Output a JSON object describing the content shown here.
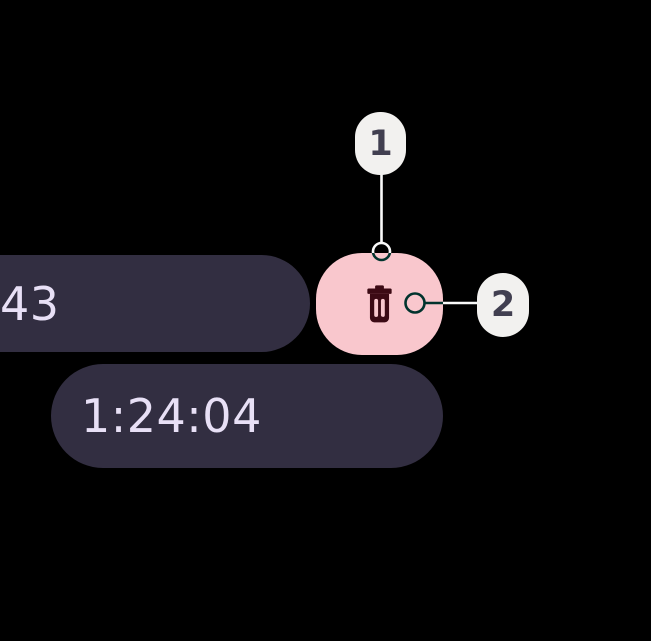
{
  "colors": {
    "background": "#000000",
    "pill_background": "#322e41",
    "pill_text": "#e8e0f6",
    "delete_button_background": "#f9c7cd",
    "delete_icon": "#3c0a14",
    "badge_background": "#f2f1ef",
    "badge_text": "#413f50",
    "connector_line": "#fafafa"
  },
  "stopwatch": {
    "lap_time_partial": "43",
    "elapsed_time": "1:24:04"
  },
  "delete_button": {
    "icon": "trash-icon"
  },
  "callouts": [
    {
      "label": "1"
    },
    {
      "label": "2"
    }
  ]
}
